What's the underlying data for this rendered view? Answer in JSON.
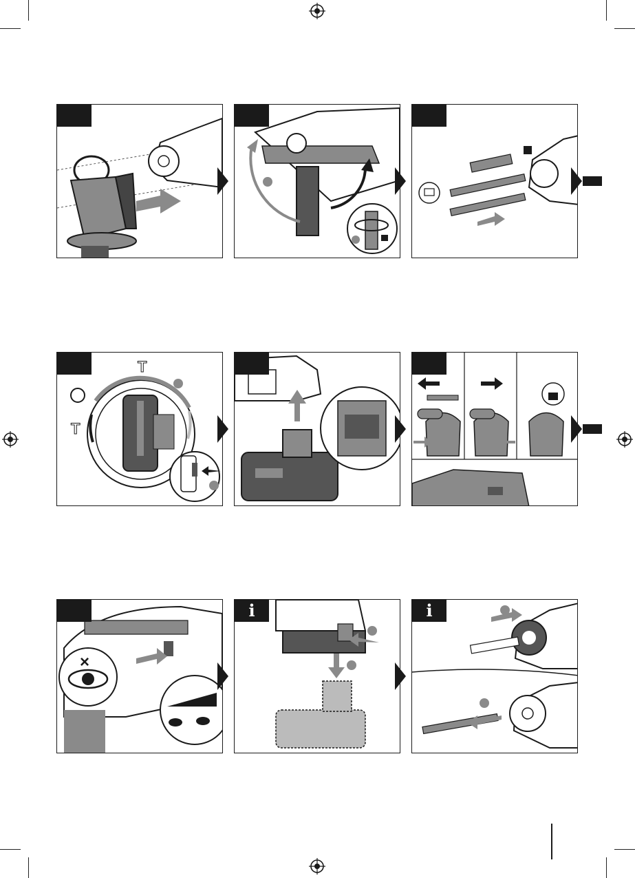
{
  "page": {
    "background": "#ffffff",
    "ink": "#1a1a1a",
    "gray": "#8a8a8a"
  },
  "rows": [
    {
      "panels": [
        {
          "id": "p1",
          "tab_label": "",
          "tab_icon": "",
          "illustration": "auxiliary-handle-mount-icon"
        },
        {
          "id": "p2",
          "tab_label": "",
          "tab_icon": "",
          "illustration": "handle-rotate-lock-icon"
        },
        {
          "id": "p3",
          "tab_label": "",
          "tab_icon": "",
          "illustration": "insert-drill-bit-icon"
        }
      ]
    },
    {
      "panels": [
        {
          "id": "p4",
          "tab_label": "",
          "tab_icon": "",
          "illustration": "mode-selector-icon"
        },
        {
          "id": "p5",
          "tab_label": "",
          "tab_icon": "",
          "illustration": "battery-insert-icon"
        },
        {
          "id": "p6",
          "tab_label": "",
          "tab_icon": "",
          "illustration": "direction-switch-icon"
        }
      ]
    },
    {
      "panels": [
        {
          "id": "p7",
          "tab_label": "",
          "tab_icon": "",
          "illustration": "trigger-speed-icon"
        },
        {
          "id": "p8",
          "tab_label": "",
          "tab_icon": "i",
          "illustration": "battery-remove-icon"
        },
        {
          "id": "p9",
          "tab_label": "",
          "tab_icon": "i",
          "illustration": "remove-drill-bit-icon"
        }
      ]
    }
  ]
}
